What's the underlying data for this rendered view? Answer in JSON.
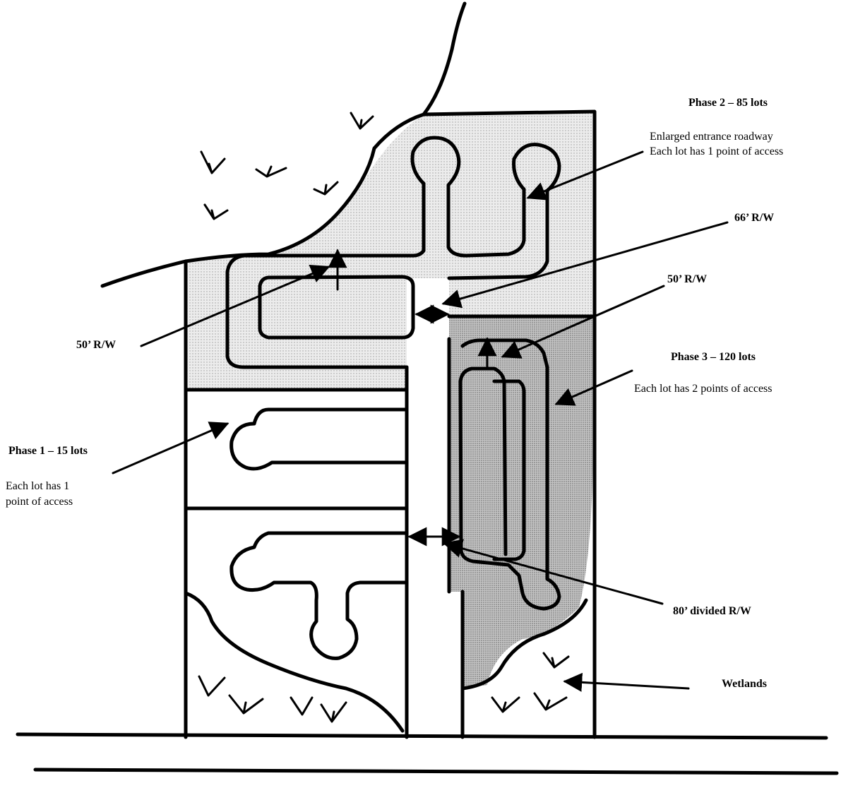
{
  "labels": {
    "phase2_title": "Phase 2 – 85 lots",
    "phase2_note_line1": "Enlarged entrance roadway",
    "phase2_note_line2": "Each lot has 1 point of access",
    "rw_66": "66’ R/W",
    "rw_50_right": "50’ R/W",
    "rw_50_left": "50’ R/W",
    "phase3_title": "Phase 3 – 120 lots",
    "phase3_note": "Each lot has 2 points of access",
    "phase1_title": "Phase 1 – 15 lots",
    "phase1_note_line1": "Each lot has 1",
    "phase1_note_line2": "point of access",
    "rw_80": "80’ divided R/W",
    "wetlands": "Wetlands"
  },
  "colors": {
    "ink": "#000000",
    "phase2_fill": "#e6e6e6",
    "phase3_fill": "#b4b4b4",
    "phase3_road_fill": "#c8c8c8",
    "background": "#ffffff"
  }
}
